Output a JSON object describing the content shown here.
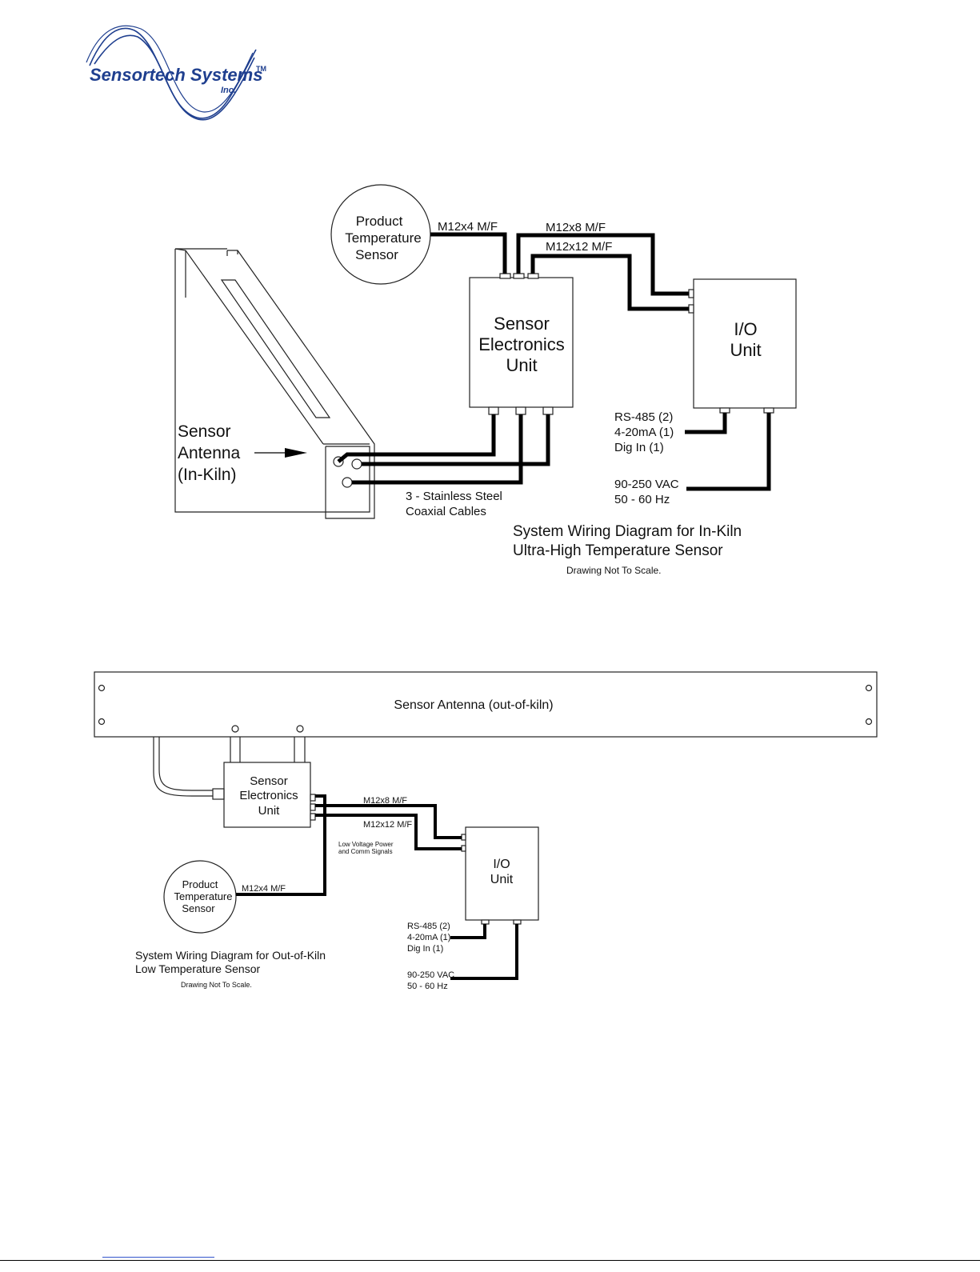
{
  "logo": {
    "company": "Sensortech Systems",
    "trademark": "TM",
    "suffix": "Inc.",
    "color": "#1f3f8f"
  },
  "diagram_in_kiln": {
    "product_temp_sensor": [
      "Product",
      "Temperature",
      "Sensor"
    ],
    "connector_m12x4": "M12x4 M/F",
    "connector_m12x8": "M12x8 M/F",
    "connector_m12x12": "M12x12 M/F",
    "seu_label": [
      "Sensor",
      "Electronics",
      "Unit"
    ],
    "io_label": [
      "I/O",
      "Unit"
    ],
    "antenna_label": [
      "Sensor",
      "Antenna",
      "(In-Kiln)"
    ],
    "cables_label": [
      "3 - Stainless Steel",
      "Coaxial Cables"
    ],
    "io_signals": [
      "RS-485 (2)",
      "4-20mA (1)",
      "Dig In (1)"
    ],
    "power": [
      "90-250 VAC",
      "50 - 60 Hz"
    ],
    "caption": [
      "System Wiring Diagram for In-Kiln",
      "Ultra-High Temperature Sensor"
    ],
    "scale_note": "Drawing Not To Scale."
  },
  "diagram_out_of_kiln": {
    "antenna_label": "Sensor Antenna (out-of-kiln)",
    "seu_label": [
      "Sensor",
      "Electronics",
      "Unit"
    ],
    "connector_m12x8": "M12x8 M/F",
    "connector_m12x12": "M12x12 M/F",
    "low_voltage_note": [
      "Low Voltage Power",
      "and Comm Signals"
    ],
    "io_label": [
      "I/O",
      "Unit"
    ],
    "product_temp_sensor": [
      "Product",
      "Temperature",
      "Sensor"
    ],
    "connector_m12x4": "M12x4 M/F",
    "io_signals": [
      "RS-485 (2)",
      "4-20mA (1)",
      "Dig In (1)"
    ],
    "power": [
      "90-250 VAC",
      "50 - 60 Hz"
    ],
    "caption": [
      "System Wiring Diagram for Out-of-Kiln",
      "Low Temperature Sensor"
    ],
    "scale_note": "Drawing Not To Scale."
  }
}
